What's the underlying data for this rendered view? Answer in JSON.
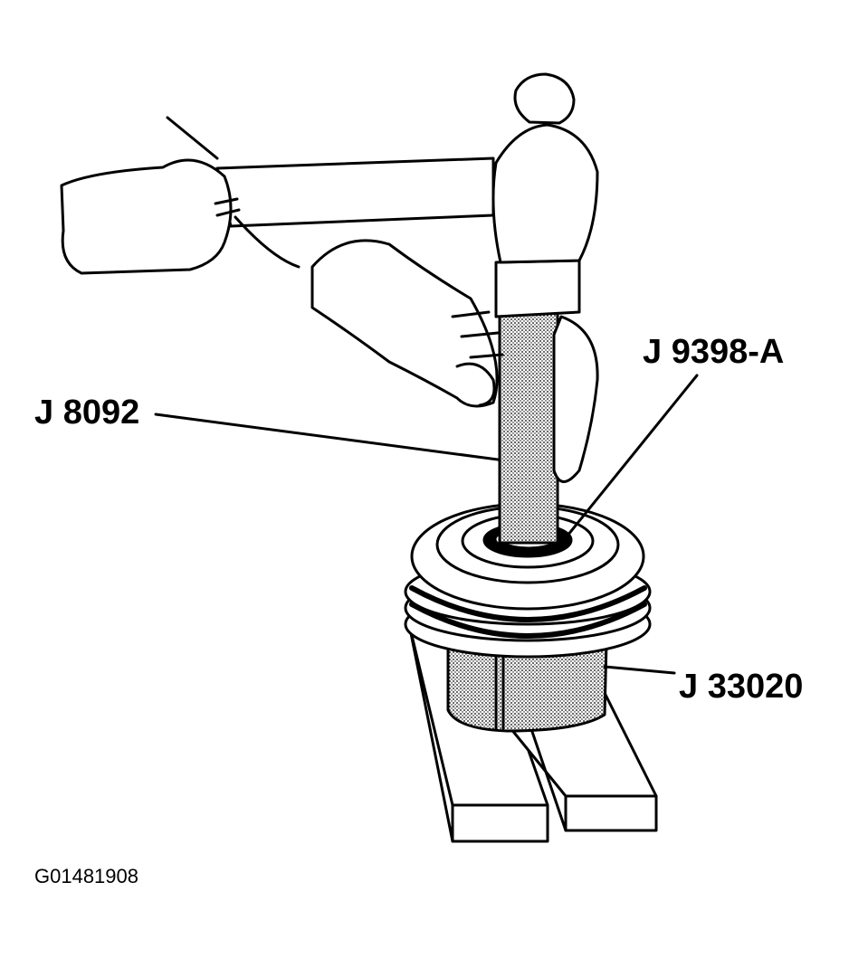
{
  "labels": {
    "driver_handle": "J 8092",
    "installer": "J 9398-A",
    "support": "J 33020"
  },
  "figure_id": "G01481908",
  "colors": {
    "ink": "#000000",
    "paper": "#ffffff",
    "stipple": "#b8b8b8"
  }
}
